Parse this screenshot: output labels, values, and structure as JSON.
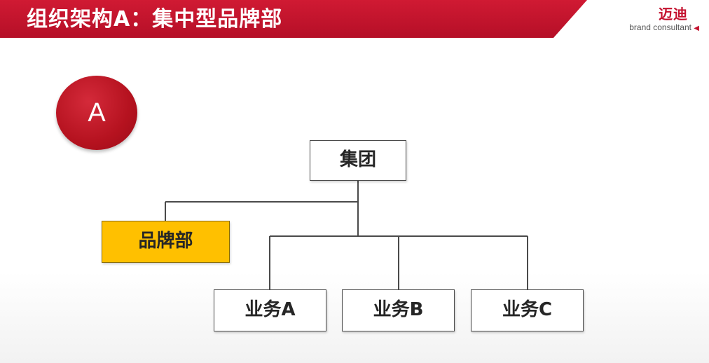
{
  "header": {
    "title": "组织架构A：集中型品牌部",
    "bar_color": "#c4122f"
  },
  "logo": {
    "name_cn": "迈迪",
    "name_en": "brand consultant",
    "mark": "◀"
  },
  "badge": {
    "label": "A",
    "color": "#c4122f"
  },
  "org_chart": {
    "root": "集团",
    "staff_unit": {
      "label": "品牌部",
      "highlight_color": "#ffc000"
    },
    "divisions": [
      "业务A",
      "业务B",
      "业务C"
    ]
  }
}
